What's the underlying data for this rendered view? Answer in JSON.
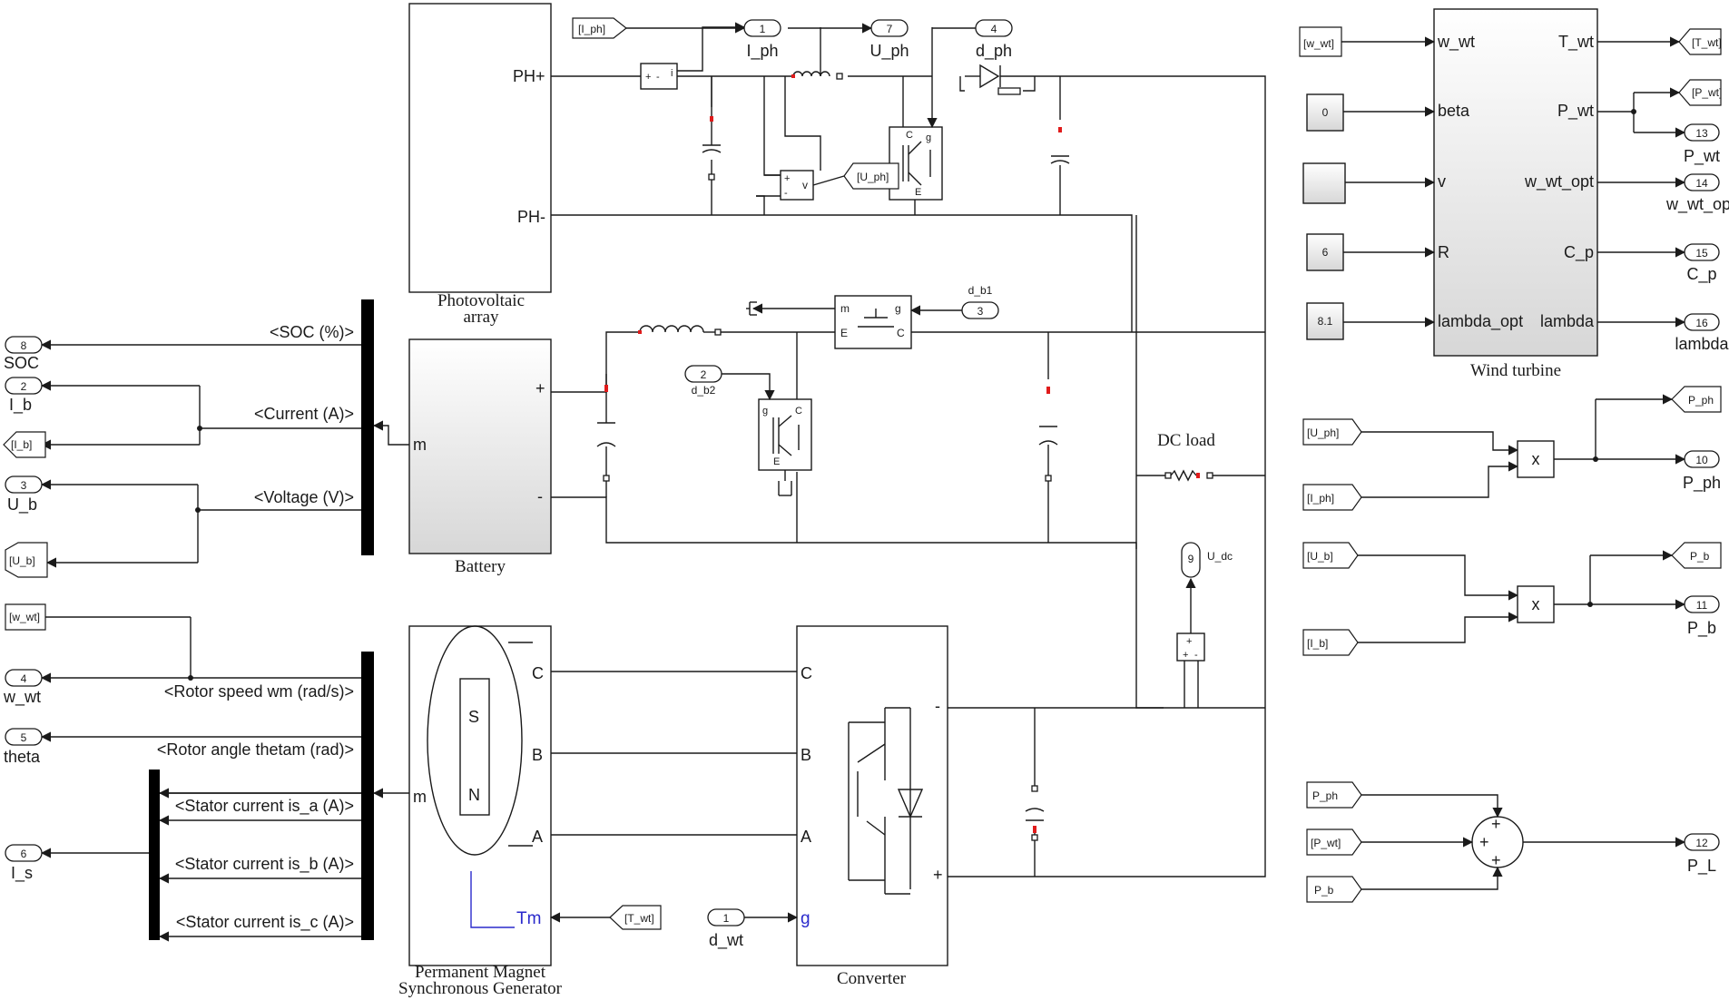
{
  "blocks": {
    "pv_array": "Photovoltaic\narray",
    "battery": "Battery",
    "pmsg": "Permanent Magnet\nSynchronous Generator",
    "converter": "Converter",
    "wind_turbine": "Wind turbine",
    "dc_load": "DC load"
  },
  "ports": {
    "pv_pos": "PH+",
    "pv_neg": "PH-",
    "bat_pos": "+",
    "bat_neg": "-",
    "bat_m": "m",
    "gen_C": "C",
    "gen_B": "B",
    "gen_A": "A",
    "gen_Tm": "Tm",
    "gen_m": "m",
    "gen_S": "S",
    "gen_N": "N",
    "conv_C": "C",
    "conv_B": "B",
    "conv_A": "A",
    "conv_g": "g",
    "conv_neg": "-",
    "conv_pos": "+",
    "wt_in": [
      "w_wt",
      "beta",
      "v",
      "R",
      "lambda_opt"
    ],
    "wt_out": [
      "T_wt",
      "P_wt",
      "w_wt_opt",
      "C_p",
      "lambda"
    ],
    "switch_m": "m",
    "switch_g": "g",
    "switch_E": "E",
    "switch_C": "C",
    "switch_g2": "g",
    "switch_C2": "C",
    "switch_E2": "E",
    "switch_g3": "g",
    "switch_C3": "C",
    "switch_E3": "E",
    "meas_i": "i",
    "meas_v": "v",
    "meas_plus": "+",
    "meas_minus": "-",
    "mult": "x",
    "sum_plus": "+"
  },
  "bus_signals": {
    "battery": [
      "<SOC (%)>",
      "<Current (A)>",
      "<Voltage (V)>"
    ],
    "machine": [
      "<Rotor speed wm (rad/s)>",
      "<Rotor angle thetam (rad)>",
      "<Stator current is_a (A)>",
      "<Stator current is_b (A)>",
      "<Stator current is_c (A)>"
    ]
  },
  "outports": {
    "i_ph": {
      "num": "1",
      "name": "I_ph"
    },
    "u_ph": {
      "num": "7",
      "name": "U_ph"
    },
    "soc": {
      "num": "8",
      "name": "SOC"
    },
    "i_b": {
      "num": "2",
      "name": "I_b"
    },
    "u_b": {
      "num": "3",
      "name": "U_b"
    },
    "w_wt": {
      "num": "4",
      "name": "w_wt"
    },
    "theta": {
      "num": "5",
      "name": "theta"
    },
    "i_s": {
      "num": "6",
      "name": "I_s"
    },
    "u_dc": {
      "num": "9",
      "name": "U_dc"
    },
    "p_ph": {
      "num": "10",
      "name": "P_ph"
    },
    "p_b": {
      "num": "11",
      "name": "P_b"
    },
    "p_l": {
      "num": "12",
      "name": "P_L"
    },
    "p_wt": {
      "num": "13",
      "name": "P_wt"
    },
    "w_wt_opt": {
      "num": "14",
      "name": "w_wt_opt"
    },
    "c_p": {
      "num": "15",
      "name": "C_p"
    },
    "lambda": {
      "num": "16",
      "name": "lambda"
    }
  },
  "inports": {
    "d_ph": {
      "num": "4",
      "name": "d_ph"
    },
    "d_b1": {
      "num": "3",
      "name": "d_b1"
    },
    "d_b2": {
      "num": "2",
      "name": "d_b2"
    },
    "d_wt": {
      "num": "1",
      "name": "d_wt"
    }
  },
  "goto_tags": {
    "i_ph": "[I_ph]",
    "u_ph": "[U_ph]",
    "i_b": "[I_b]",
    "u_b": "[U_b]",
    "t_wt": "[T_wt]",
    "p_wt": "[P_wt]",
    "p_ph": "P_ph",
    "p_b": "P_b"
  },
  "from_tags": {
    "w_wt": "[w_wt]",
    "t_wt": "[T_wt]",
    "w_wt_wt": "[w_wt]",
    "u_ph": "[U_ph]",
    "i_ph": "[I_ph]",
    "u_b": "[U_b]",
    "i_b": "[I_b]",
    "p_ph": "P_ph",
    "p_wt": "[P_wt]",
    "p_b": "P_b"
  },
  "constants": [
    "0",
    "6",
    "8.1"
  ],
  "colors": {
    "wire": "#1a1a1a",
    "mechanical_wire": "#2a2acc",
    "marker": "#e01b1b"
  }
}
